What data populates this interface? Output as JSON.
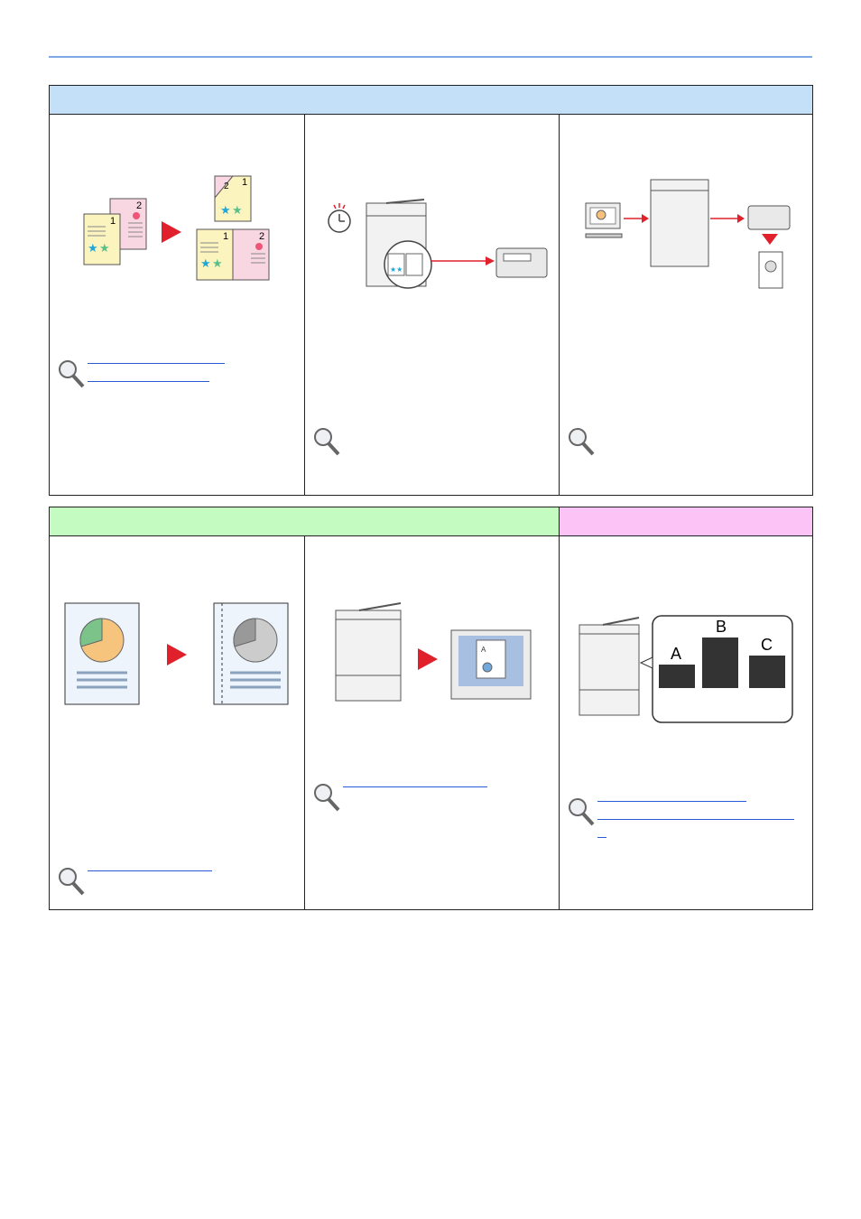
{
  "page": {
    "rule_color": "#7fa8e6"
  },
  "section_top": {
    "header_color": "#c4dff8",
    "cells": [
      {
        "name": "duplex-copy",
        "illustration": "duplex-pages-illustration",
        "page_numbers": [
          "1",
          "2",
          "1",
          "2",
          "2",
          "1"
        ],
        "reference_links": 2
      },
      {
        "name": "timed-fax",
        "illustration": "delayed-fax-illustration",
        "reference_links": 0
      },
      {
        "name": "pc-fax",
        "illustration": "pc-fax-illustration",
        "reference_links": 0
      }
    ]
  },
  "section_bottom": {
    "header_left_color": "#c4fbc0",
    "header_right_color": "#fcc4f6",
    "cells": [
      {
        "name": "color-to-gray",
        "illustration": "pie-chart-pages-illustration",
        "reference_links": 1
      },
      {
        "name": "scan-to-pc",
        "illustration": "scan-to-monitor-illustration",
        "reference_links": 1
      },
      {
        "name": "job-separation",
        "illustration": "paper-stacks-illustration",
        "stack_labels": [
          "A",
          "B",
          "C"
        ],
        "reference_links": 3
      }
    ]
  },
  "colors": {
    "arrow": "#e0202a",
    "star_blue": "#1fa7d8",
    "star_green": "#5cbf8a",
    "link": "#2a5ad8",
    "page_yellow": "#fbf4bf",
    "page_pink": "#f8d6e2"
  }
}
